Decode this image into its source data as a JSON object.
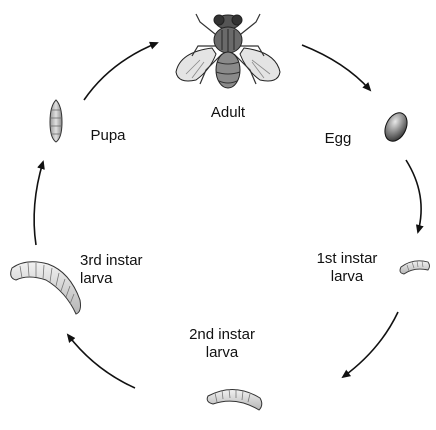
{
  "stages": {
    "adult": "Adult",
    "egg": "Egg",
    "first_instar_line1": "1st instar",
    "first_instar_line2": "larva",
    "second_instar_line1": "2nd instar",
    "second_instar_line2": "larva",
    "third_instar_line1": "3rd instar",
    "third_instar_line2": "larva",
    "pupa": "Pupa"
  },
  "colors": {
    "line": "#111111",
    "body_dark": "#555555",
    "body_light": "#bfbfbf",
    "wing": "#e6e6e6"
  }
}
